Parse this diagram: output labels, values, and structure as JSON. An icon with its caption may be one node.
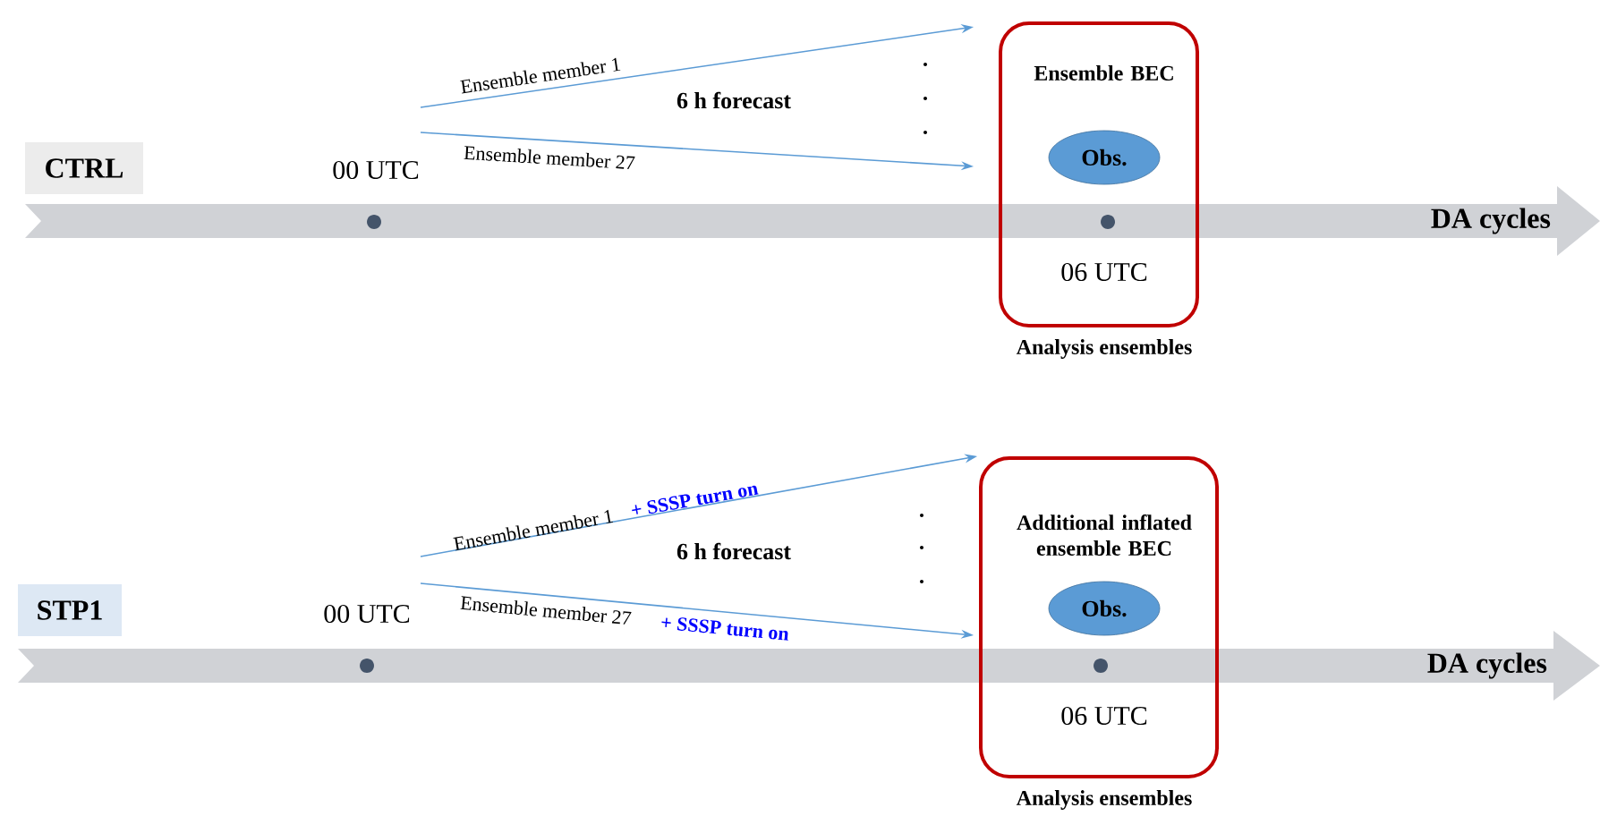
{
  "diagram": {
    "nodes": [
      {
        "text": [
          "CTRL"
        ]
      },
      {
        "text": [
          "DA cycles"
        ]
      },
      {
        "text": [
          "Ensemble BEC",
          "06 UTC"
        ],
        "beside": [
          "Analysis ensembles"
        ]
      },
      {
        "text": [
          "Obs."
        ],
        "in": 2
      },
      {
        "text": [
          "STP1"
        ]
      },
      {
        "text": [
          "DA cycles"
        ]
      },
      {
        "text": [
          "Additional inflated ensemble BEC",
          "06 UTC"
        ],
        "beside": [
          "Analysis ensembles"
        ]
      },
      {
        "text": [
          "Obs."
        ],
        "in": 6
      }
    ],
    "edges": [
      {
        "from": null,
        "to": 2,
        "arrow": "to",
        "label": "Ensemble member 1"
      },
      {
        "from": null,
        "to": 2,
        "arrow": "to",
        "label": "Ensemble member 27"
      },
      {
        "from": null,
        "to": 6,
        "arrow": "to",
        "label": "Ensemble member 1"
      },
      {
        "from": null,
        "to": 6,
        "arrow": "to",
        "label": "Ensemble member 27"
      }
    ],
    "labels": [
      "6 h forecast",
      "00 UTC",
      "+ SSSP turn on",
      "6 h forecast",
      "00 UTC",
      "+ SSSP turn on"
    ]
  }
}
